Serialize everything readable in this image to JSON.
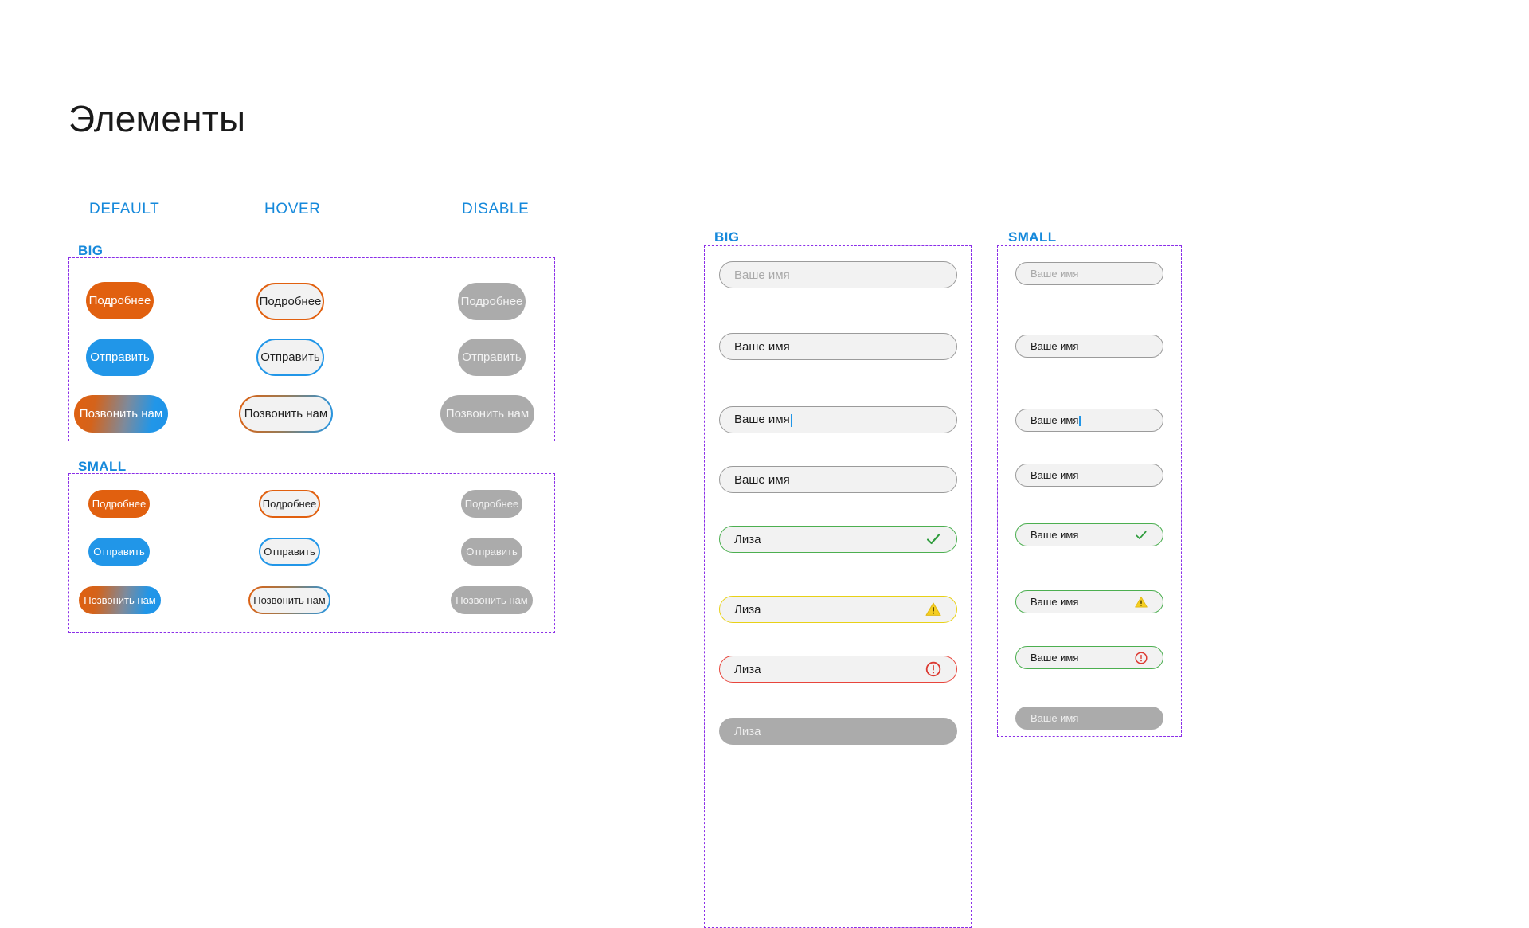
{
  "page_title": "Элементы",
  "state_columns": [
    {
      "label": "DEFAULT"
    },
    {
      "label": "HOVER"
    },
    {
      "label": "DISABLE"
    }
  ],
  "button_groups": [
    {
      "label": "BIG",
      "rows": [
        {
          "label": "Подробнее",
          "default_style": "orange-fill",
          "hover_style": "orange-out",
          "disable_style": "disabled"
        },
        {
          "label": "Отправить",
          "default_style": "blue-fill",
          "hover_style": "blue-out",
          "disable_style": "disabled"
        },
        {
          "label": "Позвонить нам",
          "default_style": "grad-fill",
          "hover_style": "grad-out",
          "disable_style": "disabled"
        }
      ]
    },
    {
      "label": "SMALL",
      "rows": [
        {
          "label": "Подробнее",
          "default_style": "orange-fill",
          "hover_style": "orange-out",
          "disable_style": "disabled"
        },
        {
          "label": "Отправить",
          "default_style": "blue-fill",
          "hover_style": "blue-out",
          "disable_style": "disabled"
        },
        {
          "label": "Позвонить нам",
          "default_style": "grad-fill",
          "hover_style": "grad-out",
          "disable_style": "disabled"
        }
      ]
    }
  ],
  "input_groups": [
    {
      "label": "BIG",
      "fields": [
        {
          "text": "Ваше имя",
          "kind": "placeholder",
          "state": "none",
          "icon": "none",
          "caret": false
        },
        {
          "text": "Ваше имя",
          "kind": "value",
          "state": "none",
          "icon": "none",
          "caret": false
        },
        {
          "text": "Ваше имя",
          "kind": "value",
          "state": "none",
          "icon": "none",
          "caret": true
        },
        {
          "text": "Ваше имя",
          "kind": "value",
          "state": "none",
          "icon": "none",
          "caret": false
        },
        {
          "text": "Лиза",
          "kind": "value",
          "state": "ok",
          "icon": "check-icon",
          "caret": false
        },
        {
          "text": "Лиза",
          "kind": "value",
          "state": "warn",
          "icon": "warning-icon",
          "caret": false
        },
        {
          "text": "Лиза",
          "kind": "value",
          "state": "err",
          "icon": "error-icon",
          "caret": false
        },
        {
          "text": "Лиза",
          "kind": "placeholder",
          "state": "disabled",
          "icon": "none",
          "caret": false
        }
      ]
    },
    {
      "label": "SMALL",
      "fields": [
        {
          "text": "Ваше имя",
          "kind": "placeholder",
          "state": "none",
          "icon": "none",
          "caret": false
        },
        {
          "text": "Ваше имя",
          "kind": "value",
          "state": "none",
          "icon": "none",
          "caret": false
        },
        {
          "text": "Ваше имя",
          "kind": "value",
          "state": "none",
          "icon": "none",
          "caret": true
        },
        {
          "text": "Ваше имя",
          "kind": "value",
          "state": "none",
          "icon": "none",
          "caret": false
        },
        {
          "text": "Ваше имя",
          "kind": "value",
          "state": "ok",
          "icon": "check-icon",
          "caret": false
        },
        {
          "text": "Ваше имя",
          "kind": "value",
          "state": "ok",
          "icon": "warning-icon",
          "caret": false
        },
        {
          "text": "Ваше имя",
          "kind": "value",
          "state": "ok",
          "icon": "error-icon",
          "caret": false
        },
        {
          "text": "Ваше имя",
          "kind": "placeholder",
          "state": "disabled",
          "icon": "none",
          "caret": false
        }
      ]
    }
  ],
  "colors": {
    "accent_blue": "#1689DB",
    "orange": "#E1600F",
    "blue": "#2196E8",
    "disabled_gray": "#ABABAB",
    "dashed_purple": "#8B2FE8",
    "ok_green": "#4CAF50",
    "warn_yellow": "#E8D117",
    "err_red": "#E8453C"
  }
}
